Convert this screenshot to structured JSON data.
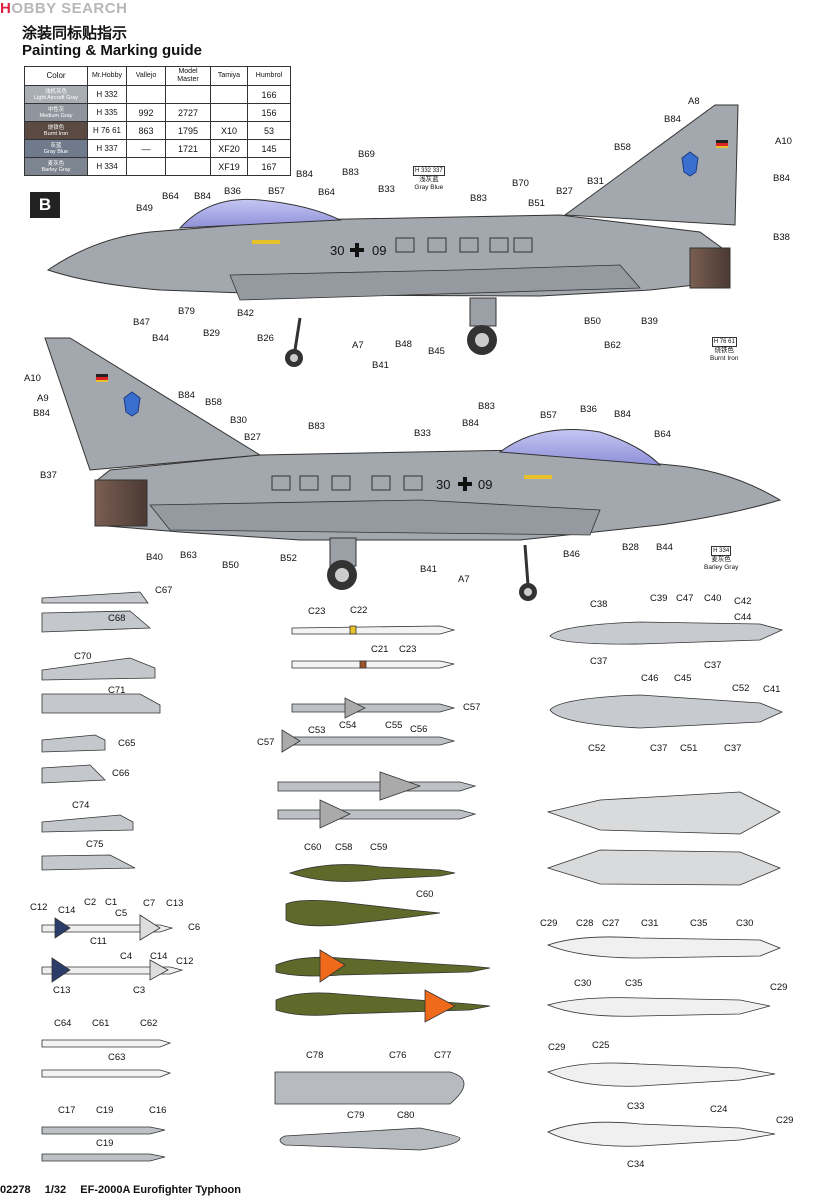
{
  "watermark": {
    "hobby": "H",
    "rest": "OBBY SEARCH"
  },
  "header": {
    "title_cn": "涂装同标贴指示",
    "title_en": "Painting & Marking guide"
  },
  "color_table": {
    "headers": [
      "Color",
      "Mr.Hobby",
      "Vallejo",
      "Model Master",
      "Tamiya",
      "Humbrol"
    ],
    "rows": [
      {
        "cn": "浅机灰色",
        "en": "Light Aircraft Gray",
        "hobby": "H 332",
        "vallejo": "",
        "mm": "",
        "tamiya": "",
        "humbrol": "166",
        "swatch": "#a9aeb5"
      },
      {
        "cn": "中性灰",
        "en": "Medium Gray",
        "hobby": "H 335",
        "vallejo": "992",
        "mm": "2727",
        "tamiya": "",
        "humbrol": "156",
        "swatch": "#8f959c"
      },
      {
        "cn": "烧铁色",
        "en": "Burnt Iron",
        "hobby": "H 76 61",
        "vallejo": "863",
        "mm": "1795",
        "tamiya": "X10",
        "humbrol": "53",
        "swatch": "#5a4a42"
      },
      {
        "cn": "灰蓝",
        "en": "Gray Blue",
        "hobby": "H 337",
        "vallejo": "—",
        "mm": "1721",
        "tamiya": "XF20",
        "humbrol": "145",
        "swatch": "#6f7b8c"
      },
      {
        "cn": "麦灰色",
        "en": "Barley Gray",
        "hobby": "H 334",
        "vallejo": "",
        "mm": "",
        "tamiya": "XF19",
        "humbrol": "167",
        "swatch": "#7d8591"
      }
    ]
  },
  "section_badge": "B",
  "notes": {
    "graybluenote": {
      "code": "H 332 337",
      "text": "浅灰蓝",
      "en": "Gray Blue"
    },
    "burnt": {
      "code": "H 76 61",
      "text": "烧铁色",
      "en": "Burnt Iron"
    },
    "barley": {
      "code": "H 334",
      "text": "麦灰色",
      "en": "Barley Gray"
    }
  },
  "aircraft": {
    "serial_left": "30",
    "serial_right": "09"
  },
  "callouts": {
    "top_view": [
      "A8",
      "B84",
      "A10",
      "B58",
      "B84",
      "B38",
      "B69",
      "B83",
      "B33",
      "B70",
      "B27",
      "B31",
      "B51",
      "B83",
      "B64",
      "B84",
      "B36",
      "B57",
      "B84",
      "B64",
      "B49",
      "B47",
      "B44",
      "B79",
      "B29",
      "B42",
      "B26",
      "A7",
      "B41",
      "B48",
      "B45",
      "B50",
      "B39",
      "B62"
    ],
    "bottom_view": [
      "A10",
      "A9",
      "B84",
      "B84",
      "B58",
      "B30",
      "B27",
      "B37",
      "B83",
      "B33",
      "B84",
      "B83",
      "B57",
      "B36",
      "B84",
      "B64",
      "B40",
      "B63",
      "B50",
      "B52",
      "B41",
      "A7",
      "B46",
      "B28",
      "B44"
    ]
  },
  "parts": {
    "c67": "C67",
    "c68": "C68",
    "c70": "C70",
    "c71": "C71",
    "c65": "C65",
    "c66": "C66",
    "c74": "C74",
    "c75": "C75",
    "c23a": "C23",
    "c22": "C22",
    "c21": "C21",
    "c23b": "C23",
    "c57a": "C57",
    "c53": "C53",
    "c54": "C54",
    "c55": "C55",
    "c56": "C56",
    "c57b": "C57",
    "c60a": "C60",
    "c58": "C58",
    "c59": "C59",
    "c60b": "C60",
    "c12a": "C12",
    "c14a": "C14",
    "c2": "C2",
    "c1": "C1",
    "c5": "C5",
    "c7": "C7",
    "c13a": "C13",
    "c6": "C6",
    "c11": "C11",
    "c4": "C4",
    "c14b": "C14",
    "c12b": "C12",
    "c13b": "C13",
    "c3": "C3",
    "c64": "C64",
    "c61": "C61",
    "c62": "C62",
    "c63": "C63",
    "c17": "C17",
    "c19a": "C19",
    "c16": "C16",
    "c19b": "C19",
    "c78": "C78",
    "c76": "C76",
    "c77": "C77",
    "c79": "C79",
    "c80": "C80",
    "c38": "C38",
    "c39": "C39",
    "c47": "C47",
    "c40": "C40",
    "c42": "C42",
    "c44": "C44",
    "c37a": "C37",
    "c37b": "C37",
    "c46": "C46",
    "c45": "C45",
    "c52a": "C52",
    "c41": "C41",
    "c52b": "C52",
    "c37c": "C37",
    "c51": "C51",
    "c37d": "C37",
    "c29a": "C29",
    "c28": "C28",
    "c27": "C27",
    "c31": "C31",
    "c35a": "C35",
    "c30a": "C30",
    "c30b": "C30",
    "c35b": "C35",
    "c29b": "C29",
    "c29c": "C29",
    "c25": "C25",
    "c33": "C33",
    "c24": "C24",
    "c29d": "C29",
    "c34": "C34"
  },
  "footer": {
    "code": "02278",
    "scale": "1/32",
    "name": "EF-2000A Eurofighter Typhoon"
  },
  "colors": {
    "airframe": "#a3a8ae",
    "canopy": "#a7a9e6",
    "nozzle": "#6b5248",
    "olive": "#5f6a2a",
    "orange": "#f06a1c"
  }
}
